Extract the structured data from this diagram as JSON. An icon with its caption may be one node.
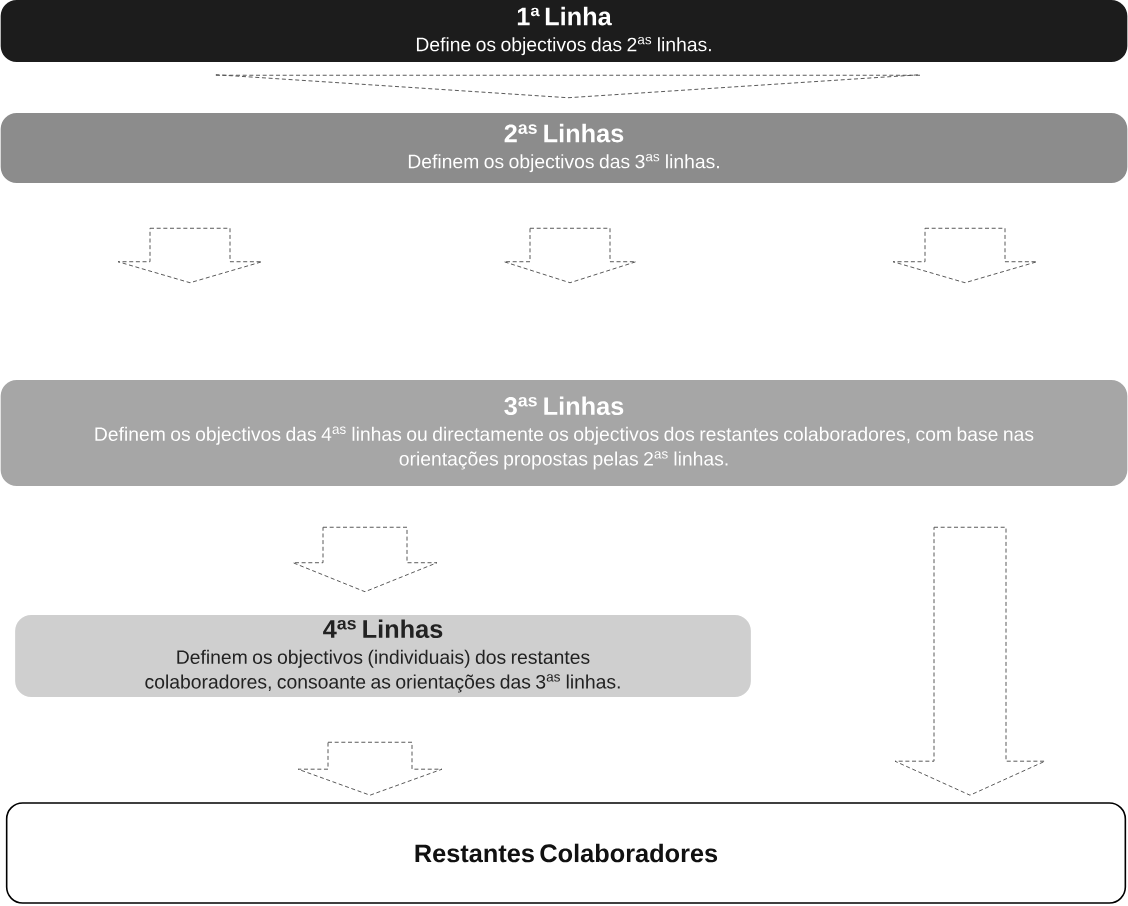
{
  "diagram": {
    "nodes": [
      {
        "text": [
          "1ª Linha",
          "Define os objectivos das 2$^{as}$ linhas."
        ]
      },
      {
        "text": [
          "2$^{as}$ Linhas",
          "Definem os objectivos das 3$^{as}$ linhas."
        ]
      },
      {
        "text": [
          "3$^{as}$ Linhas",
          "Definem os objectivos das 4$^{as}$ linhas ou directamente os objectivos dos restantes colaboradores, com base nas orientações propostas pelas 2$^{as}$ linhas."
        ]
      },
      {
        "text": [
          "4$^{as}$ Linhas",
          "Definem os objectivos (individuais) dos restantes colaboradores, consoante as orientações das 3$^{as}$ linhas."
        ]
      },
      {
        "text": [
          "Restantes Colaboradores"
        ]
      }
    ],
    "edges": [
      {
        "from": 0,
        "to": 1,
        "arrow": "to",
        "style": "dashed"
      },
      {
        "from": 1,
        "to": 2,
        "arrow": "to",
        "style": "dashed"
      },
      {
        "from": 1,
        "to": 2,
        "arrow": "to",
        "style": "dashed"
      },
      {
        "from": 1,
        "to": 2,
        "arrow": "to",
        "style": "dashed"
      },
      {
        "from": 2,
        "to": 3,
        "arrow": "to",
        "style": "dashed"
      },
      {
        "from": 3,
        "to": 4,
        "arrow": "to",
        "style": "dashed"
      },
      {
        "from": 2,
        "to": 4,
        "arrow": "to",
        "style": "dashed"
      }
    ]
  }
}
